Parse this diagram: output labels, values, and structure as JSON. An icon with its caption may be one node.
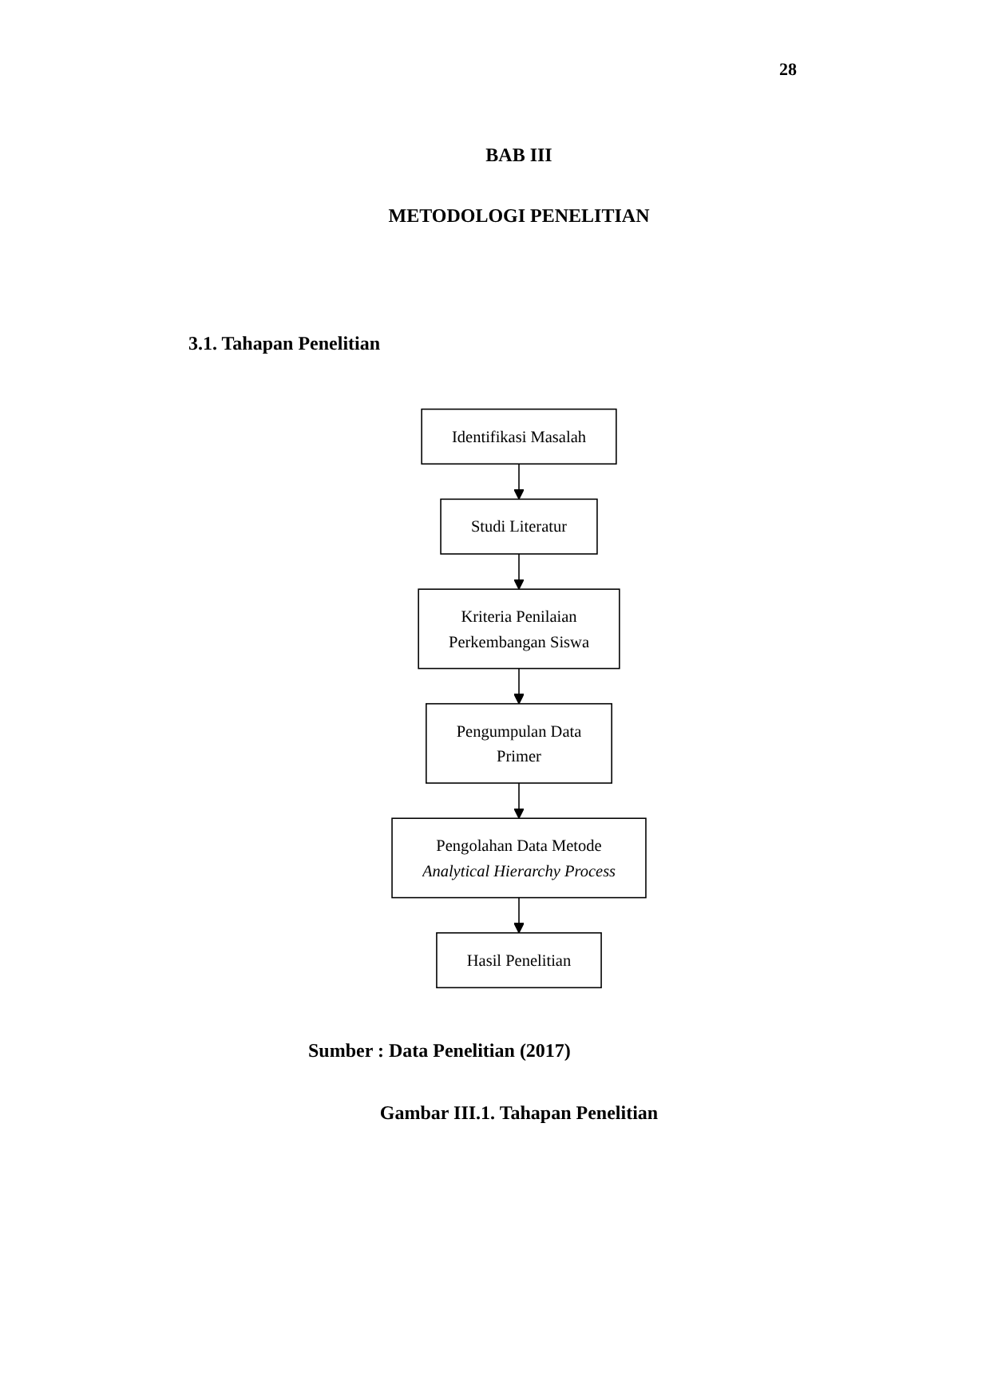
{
  "diagram": {
    "caption": "Gambar III.1. Tahapan Penelitian",
    "nodes": [
      {
        "text": [
          "Identifikasi Masalah"
        ]
      },
      {
        "text": [
          "Studi Literatur"
        ]
      },
      {
        "text": [
          "Kriteria Penilaian Perkembangan Siswa"
        ]
      },
      {
        "text": [
          "Pengumpulan Data Primer"
        ]
      },
      {
        "text": [
          "Pengolahan Data Metode *Analytical Hierarchy Process*"
        ]
      },
      {
        "text": [
          "Hasil Penelitian"
        ]
      }
    ],
    "edges": [
      {
        "from": 0,
        "to": 1,
        "arrow": "to"
      },
      {
        "from": 1,
        "to": 2,
        "arrow": "to"
      },
      {
        "from": 2,
        "to": 3,
        "arrow": "to"
      },
      {
        "from": 3,
        "to": 4,
        "arrow": "to"
      },
      {
        "from": 4,
        "to": 5,
        "arrow": "to"
      }
    ],
    "labels": [
      "28",
      "BAB III",
      "METODOLOGI PENELITIAN",
      "3.1. Tahapan Penelitian",
      "Sumber : Data Penelitian (2017)"
    ]
  }
}
